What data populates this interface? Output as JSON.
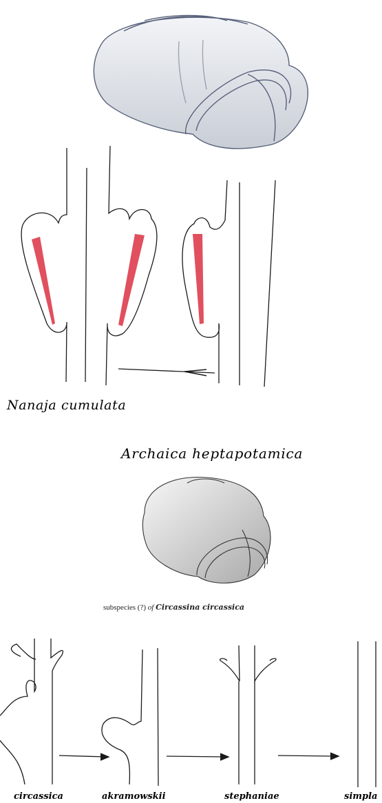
{
  "labels": {
    "nanaja": "Nanaja cumulata",
    "archaica": "Archaica heptapotamica"
  },
  "caption": {
    "prefix": "subspecies (?)",
    "of": "of",
    "species": "Circassina circassica"
  },
  "subspecies": [
    "circassica",
    "akramowskii",
    "stephaniae",
    "simpla"
  ],
  "colors": {
    "line": "#1a1a1a",
    "red_mark": "#e0505e",
    "shell_fill": "#e6e9ee",
    "shell_shade": "#b8bec8"
  }
}
